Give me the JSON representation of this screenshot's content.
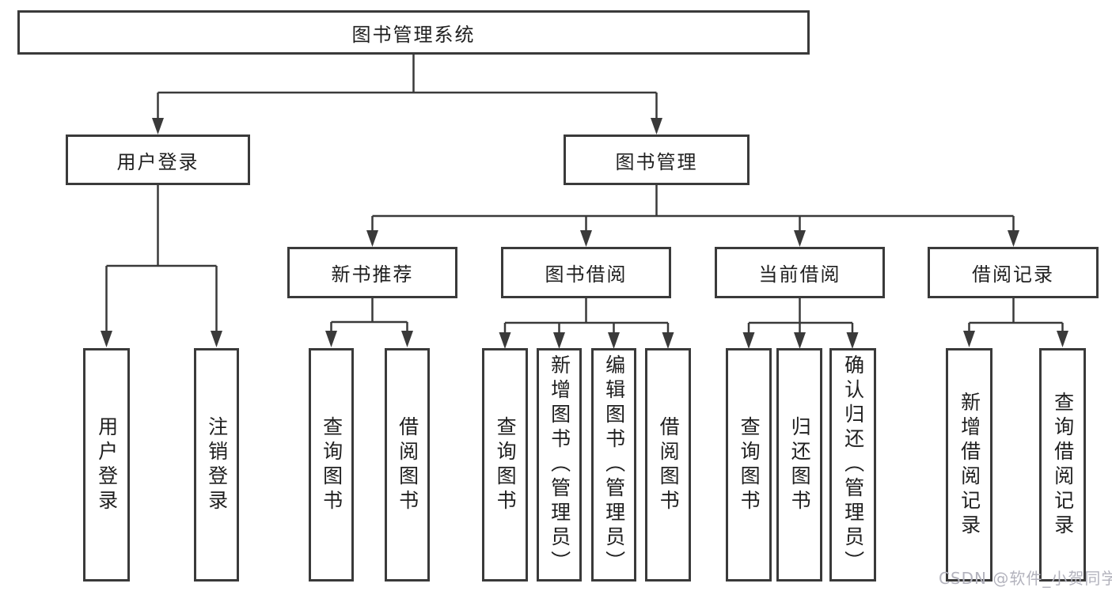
{
  "diagram": {
    "title": "图书管理系统",
    "root": {
      "label": "图书管理系统"
    },
    "branches": [
      {
        "label": "用户登录",
        "children": [
          {
            "label": "用户登录"
          },
          {
            "label": "注销登录"
          }
        ]
      },
      {
        "label": "图书管理",
        "children": [
          {
            "label": "新书推荐",
            "children": [
              {
                "label": "查询图书"
              },
              {
                "label": "借阅图书"
              }
            ]
          },
          {
            "label": "图书借阅",
            "children": [
              {
                "label": "查询图书"
              },
              {
                "label": "新增图书（管理员）"
              },
              {
                "label": "编辑图书（管理员）"
              },
              {
                "label": "借阅图书"
              }
            ]
          },
          {
            "label": "当前借阅",
            "children": [
              {
                "label": "查询图书"
              },
              {
                "label": "归还图书"
              },
              {
                "label": "确认归还（管理员）"
              }
            ]
          },
          {
            "label": "借阅记录",
            "children": [
              {
                "label": "新增借阅记录"
              },
              {
                "label": "查询借阅记录"
              }
            ]
          }
        ]
      }
    ]
  },
  "watermark": {
    "text": "CSDN @软件_小贺同学"
  },
  "colors": {
    "line": "#3a3a3a",
    "text": "#1f1f1f",
    "watermark_text": "#b3b3bd",
    "background": "#ffffff"
  }
}
